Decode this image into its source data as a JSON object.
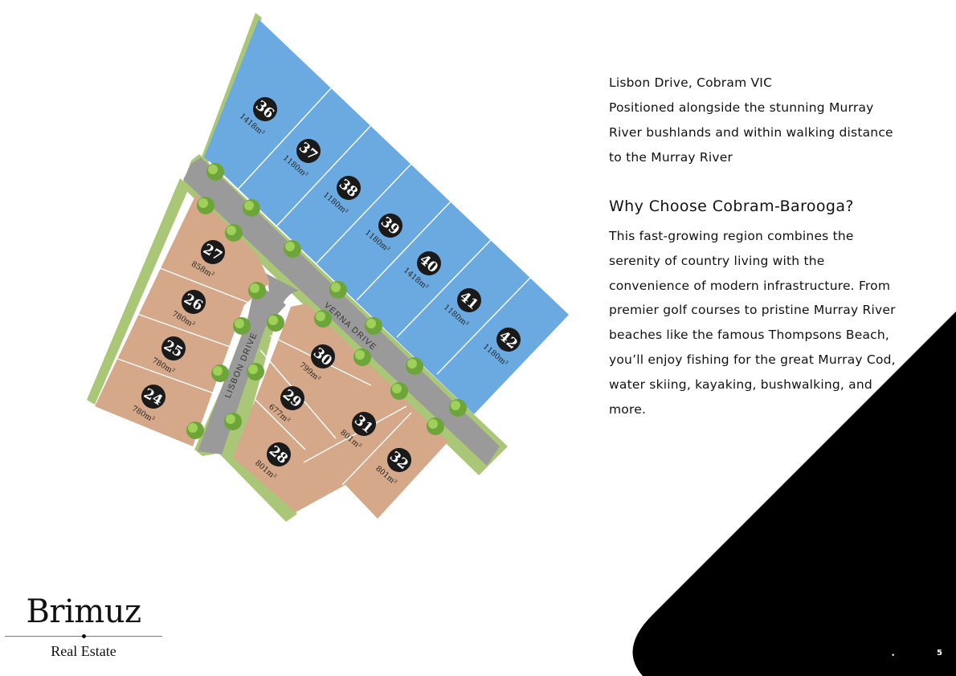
{
  "location": "Lisbon Drive, Cobram VIC",
  "intro_lines": [
    "Positioned alongside the stunning Murray",
    "River bushlands and within walking distance",
    "to the Murray River"
  ],
  "heading": "Why Choose Cobram-Barooga?",
  "body_lines": [
    "This fast-growing region combines the",
    "serenity of country living with the",
    "convenience of modern infrastructure. From",
    "premier golf courses to pristine Murray River",
    "beaches like the famous Thompsons Beach,",
    "you’ll enjoy fishing for the great Murray Cod,",
    "water skiing, kayaking, bushwalking, and",
    "more."
  ],
  "streets": {
    "verna": "VERNA DRIVE",
    "lisbon": "LISBON DRIVE"
  },
  "lots": [
    {
      "number": "36",
      "area": "1418m²",
      "stage": "blue"
    },
    {
      "number": "37",
      "area": "1180m²",
      "stage": "blue"
    },
    {
      "number": "38",
      "area": "1180m²",
      "stage": "blue"
    },
    {
      "number": "39",
      "area": "1180m²",
      "stage": "blue"
    },
    {
      "number": "40",
      "area": "1418m²",
      "stage": "blue"
    },
    {
      "number": "41",
      "area": "1180m²",
      "stage": "blue"
    },
    {
      "number": "42",
      "area": "1180m²",
      "stage": "blue"
    },
    {
      "number": "27",
      "area": "858m²",
      "stage": "tan"
    },
    {
      "number": "26",
      "area": "780m²",
      "stage": "tan"
    },
    {
      "number": "25",
      "area": "780m²",
      "stage": "tan"
    },
    {
      "number": "24",
      "area": "780m²",
      "stage": "tan"
    },
    {
      "number": "30",
      "area": "799m²",
      "stage": "tan"
    },
    {
      "number": "29",
      "area": "677m²",
      "stage": "tan"
    },
    {
      "number": "28",
      "area": "801m²",
      "stage": "tan"
    },
    {
      "number": "31",
      "area": "801m²",
      "stage": "tan"
    },
    {
      "number": "32",
      "area": "801m²",
      "stage": "tan"
    }
  ],
  "colors": {
    "blue_lot": "#6aaae0",
    "tan_lot": "#d4a889",
    "road": "#9a9a9a",
    "verge": "#a9c777",
    "badge": "#1a1a1a",
    "corner": "#000000"
  },
  "logo": {
    "name": "Brimuz",
    "subtitle": "Real Estate"
  },
  "footer": {
    "dot": "•",
    "page_number": "5"
  }
}
